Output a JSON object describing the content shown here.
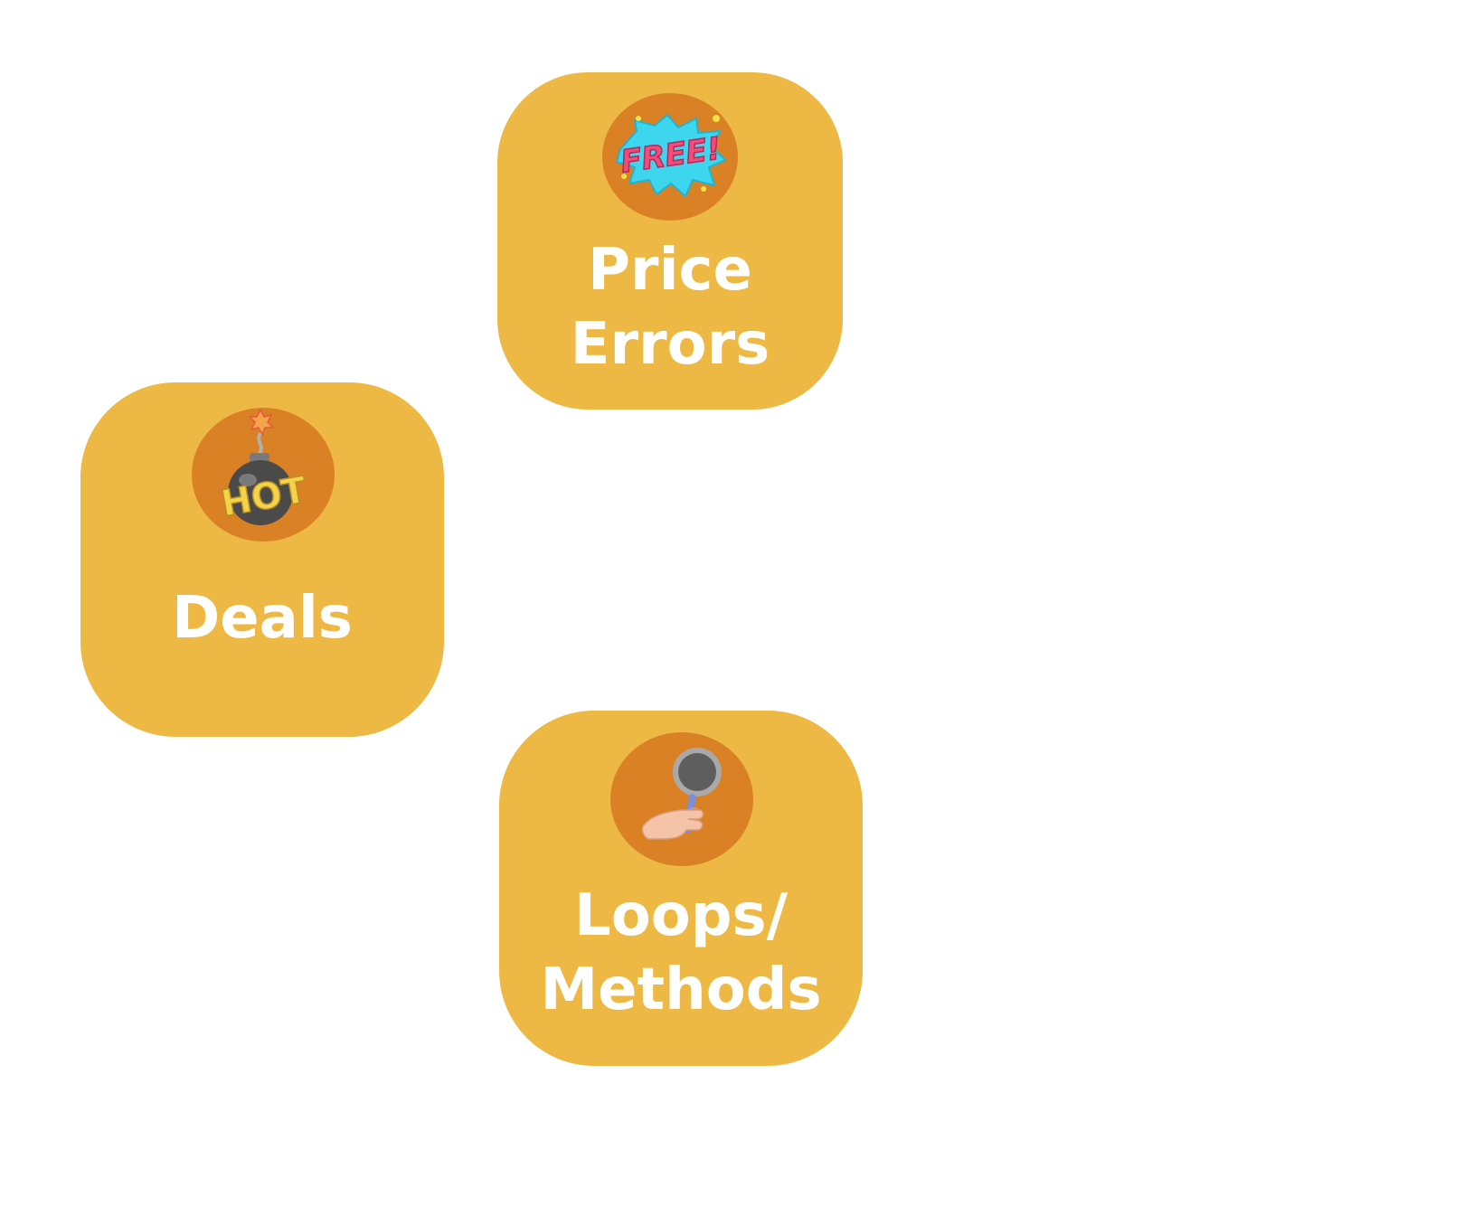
{
  "tiles": [
    {
      "label": "Price\nErrors",
      "icon": "free-burst-icon"
    },
    {
      "label": "Deals",
      "icon": "hot-bomb-icon"
    },
    {
      "label": "Loops/\nMethods",
      "icon": "magnifier-hand-icon"
    }
  ],
  "icon_text": {
    "free": "FREE!",
    "hot": "HOT"
  },
  "colors": {
    "tile_bg": "#EDB944",
    "icon_bg": "#D98124",
    "label": "#FFFFFF",
    "page_bg": "#FFFFFF"
  }
}
